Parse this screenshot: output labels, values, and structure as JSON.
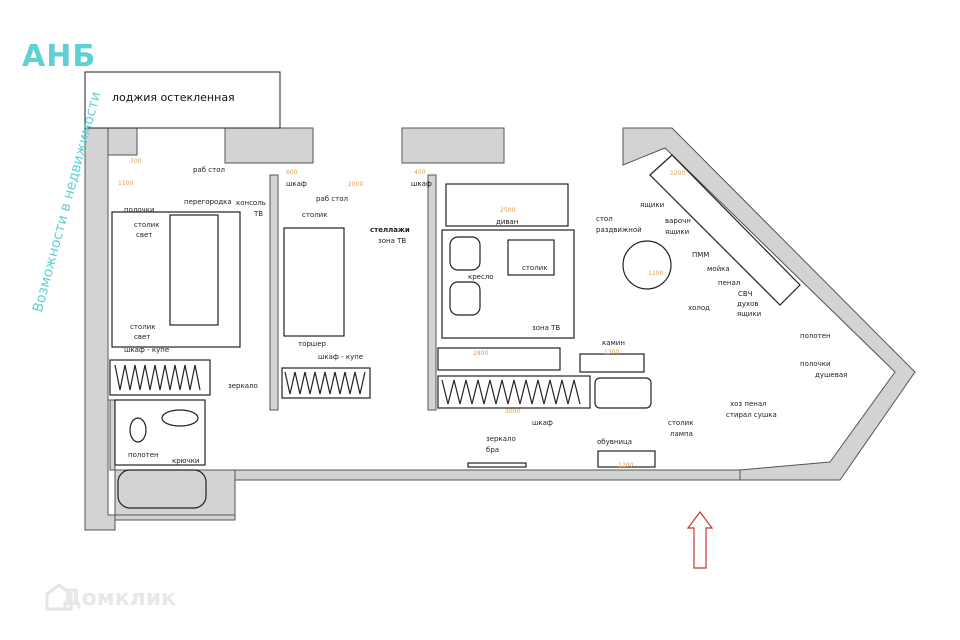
{
  "logo": {
    "name": "АНБ",
    "tagline": "Возможности в недвижимости"
  },
  "watermark": "Домклик",
  "loggia": "лоджия остекленная",
  "labels": {
    "bedroom": [
      "раб стол",
      "перегородка",
      "полочки",
      "консоль",
      "ТВ",
      "столик",
      "свет",
      "столик",
      "свет",
      "шкаф - купе",
      "зеркало"
    ],
    "bathroom": [
      "полотен",
      "крючки"
    ],
    "study": [
      "шкаф",
      "шкаф",
      "раб стол",
      "столик",
      "стеллажи",
      "зона ТВ",
      "торшер",
      "шкаф - купе"
    ],
    "living": [
      "диван",
      "кресло",
      "столик",
      "зона ТВ",
      "камин",
      "шкаф",
      "столик",
      "лампа",
      "зеркало",
      "бра",
      "обувница"
    ],
    "kitchen": [
      "стол",
      "раздвижной",
      "ящики",
      "варочн",
      "ящики",
      "ПММ",
      "мойка",
      "пенал",
      "СВЧ",
      "духов",
      "ящики",
      "холод"
    ],
    "shower": [
      "полотен",
      "полочки",
      "душевая",
      "хоз пенал",
      "стирал сушка"
    ]
  },
  "dimensions": [
    "700",
    "1100",
    "2000",
    "600",
    "450",
    "2500",
    "2800",
    "1300",
    "3000",
    "1200",
    "1200",
    "1200"
  ],
  "colors": {
    "wall": "#d3d3d3",
    "accent": "#5fd0d3",
    "dimension": "#e0a050",
    "arrow": "#c0392b"
  }
}
